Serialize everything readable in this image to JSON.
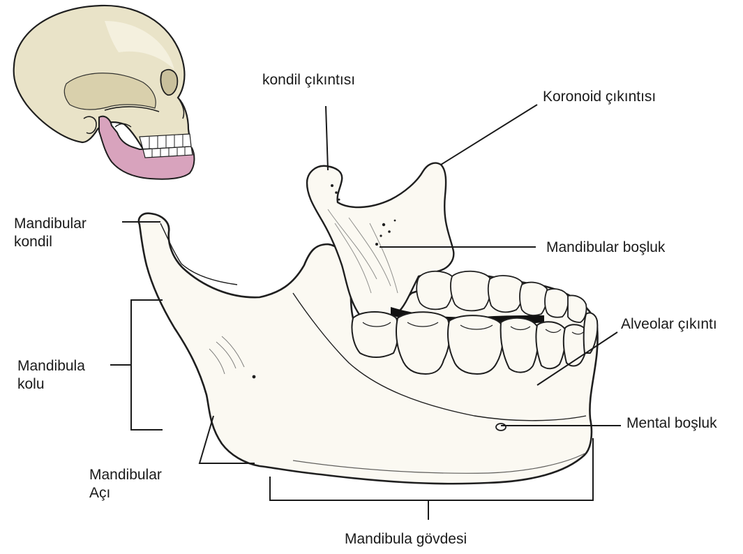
{
  "labels": {
    "kondil_cikintisi": "kondil çıkıntısı",
    "koronoid_cikintisi": "Koronoid çıkıntısı",
    "mandibular_kondil": [
      "Mandibular",
      "kondil"
    ],
    "mandibular_bosluk": "Mandibular boşluk",
    "alveolar_cikinti": "Alveolar çıkıntı",
    "mandibula_kolu": [
      "Mandibula",
      "kolu"
    ],
    "mental_bosluk": "Mental boşluk",
    "mandibular_aci": [
      "Mandibular",
      "Açı"
    ],
    "mandibula_govdesi": "Mandibula gövdesi"
  },
  "colors": {
    "bone": "#fbf9f2",
    "skull": "#e9e3c8",
    "skull_shadow": "#c9c09c",
    "mandible_highlight": "#d8a3bd",
    "outline": "#1f1f1f",
    "leader": "#1a1a1a"
  }
}
